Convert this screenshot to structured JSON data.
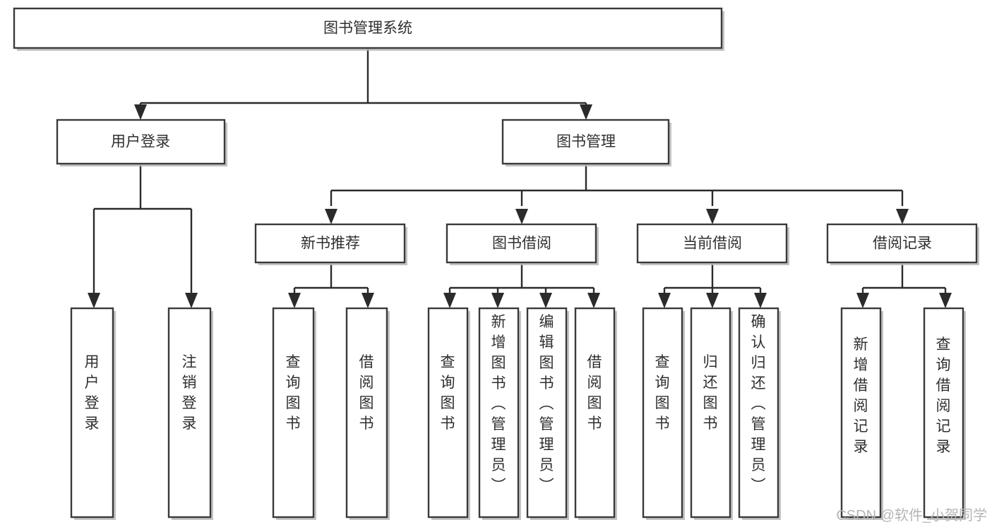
{
  "diagram": {
    "title": "图书管理系统",
    "type": "functional-structure-tree",
    "watermark": "CSDN @软件_小贺同学",
    "colors": {
      "box_stroke": "#3a3a3a",
      "box_fill": "#ffffff",
      "connector": "#2b2b2b",
      "text": "#2f2f2f",
      "watermark": "#b5b5b5",
      "background": "#ffffff"
    },
    "root": {
      "label": "图书管理系统"
    },
    "level2": [
      {
        "id": "user-login",
        "label": "用户登录"
      },
      {
        "id": "book-manage",
        "label": "图书管理"
      }
    ],
    "level3": [
      {
        "id": "new-book-recommend",
        "label": "新书推荐",
        "parent": "book-manage"
      },
      {
        "id": "book-borrow",
        "label": "图书借阅",
        "parent": "book-manage"
      },
      {
        "id": "current-borrow",
        "label": "当前借阅",
        "parent": "book-manage"
      },
      {
        "id": "borrow-record",
        "label": "借阅记录",
        "parent": "book-manage"
      }
    ],
    "leaves": {
      "user-login": [
        {
          "id": "leaf-user-login",
          "label": "用户登录"
        },
        {
          "id": "leaf-user-logout",
          "label": "注销登录"
        }
      ],
      "new-book-recommend": [
        {
          "id": "leaf-query-book-1",
          "label": "查询图书"
        },
        {
          "id": "leaf-borrow-book-1",
          "label": "借阅图书"
        }
      ],
      "book-borrow": [
        {
          "id": "leaf-query-book-2",
          "label": "查询图书"
        },
        {
          "id": "leaf-add-book",
          "label": "新增图书（管理员）"
        },
        {
          "id": "leaf-edit-book",
          "label": "编辑图书（管理员）"
        },
        {
          "id": "leaf-borrow-book-2",
          "label": "借阅图书"
        }
      ],
      "current-borrow": [
        {
          "id": "leaf-query-book-3",
          "label": "查询图书"
        },
        {
          "id": "leaf-return-book",
          "label": "归还图书"
        },
        {
          "id": "leaf-confirm-return",
          "label": "确认归还（管理员）"
        }
      ],
      "borrow-record": [
        {
          "id": "leaf-add-record",
          "label": "新增借阅记录"
        },
        {
          "id": "leaf-query-record",
          "label": "查询借阅记录"
        }
      ]
    }
  }
}
